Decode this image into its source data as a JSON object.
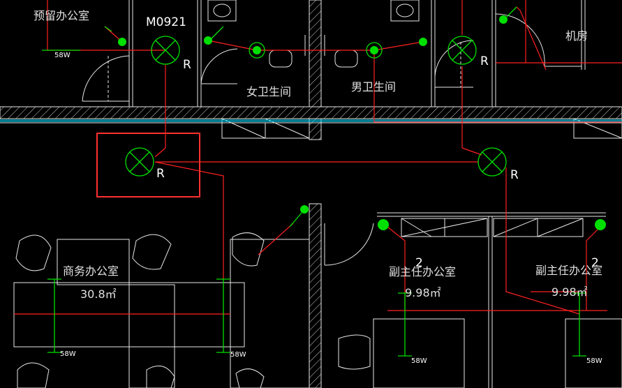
{
  "rooms": {
    "reserved_office": "预留办公室",
    "womens_restroom": "女卫生间",
    "mens_restroom": "男卫生间",
    "machine_room": "机房",
    "business_office": "商务办公室",
    "business_office_area": "30.8㎡",
    "deputy_office_left": "副主任办公室",
    "deputy_office_left_area": "9.98㎡",
    "deputy_office_right": "副主任办公室",
    "deputy_office_right_area": "9.98㎡"
  },
  "labels": {
    "door_tag": "M0921",
    "fixture_tag": "R",
    "lamp_power": "58W",
    "circuit_num": "2"
  },
  "colors": {
    "wiring": "#ff2020",
    "fixtures": "#00e000",
    "walls": "#e8e8e8",
    "pipe": "#00c8e8",
    "highlight": "#ff3030"
  }
}
